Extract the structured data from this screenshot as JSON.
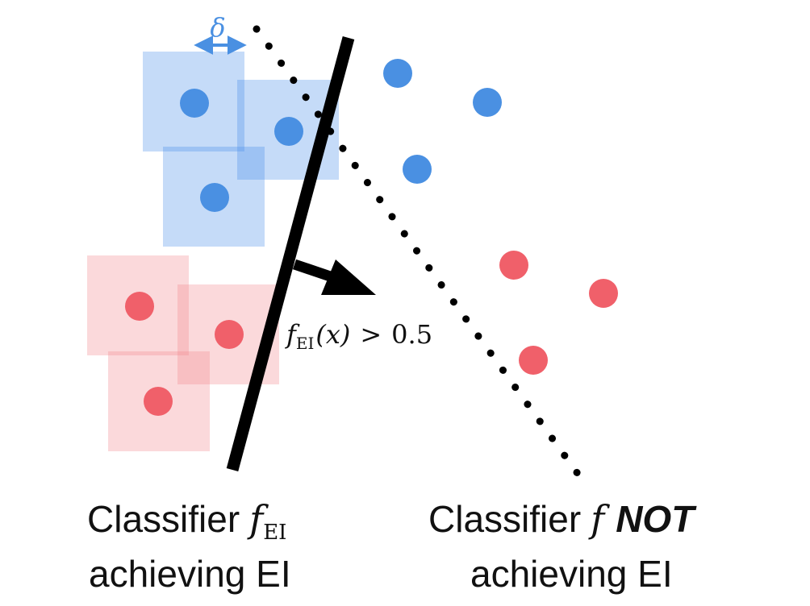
{
  "colors": {
    "blue": "#4a90e2",
    "blue_box": "#4a8ee8",
    "red": "#f0606a",
    "red_box": "#f28a90",
    "line": "#000000",
    "text": "#111111"
  },
  "delta_label": "δ",
  "formula": {
    "f": "f",
    "sub": "EI",
    "arg": "(x)",
    "relation": ">",
    "value": "0.5"
  },
  "left_caption": {
    "line1_word": "Classifier",
    "line1_fn": "f",
    "line1_sub": "EI",
    "line2": "achieving EI"
  },
  "right_caption": {
    "line1_word": "Classifier",
    "line1_fn": "f",
    "line1_not": "NOT",
    "line2": "achieving EI"
  }
}
